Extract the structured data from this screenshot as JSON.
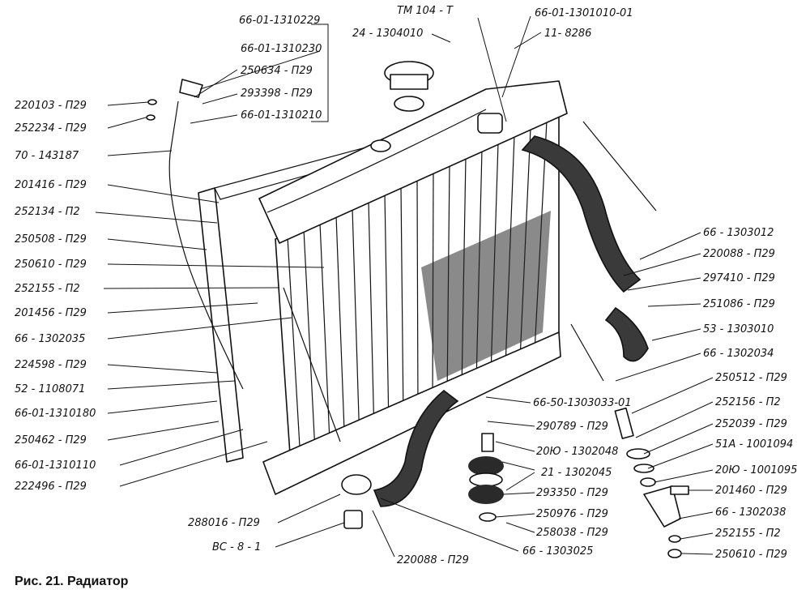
{
  "caption": "Рис. 21. Радиатор",
  "labels": {
    "l_66_01_1310229": "66-01-1310229",
    "l_tm104t": "ТМ 104 - Т",
    "l_66_01_1301010_01": "66-01-1301010-01",
    "l_24_1304010": "24 - 1304010",
    "l_11_8286": "11- 8286",
    "l_66_01_1310230": "66-01-1310230",
    "l_250634": "250634 - П29",
    "l_293398": "293398 - П29",
    "l_66_01_1310210": "66-01-1310210",
    "l_220103": "220103 - П29",
    "l_252234": "252234 - П29",
    "l_70_143187": "70 - 143187",
    "l_201416": "201416 - П29",
    "l_252134": "252134 - П2",
    "l_250508": "250508 - П29",
    "l_250610a": "250610 - П29",
    "l_252155a": "252155 - П2",
    "l_201456": "201456 - П29",
    "l_66_1302035": "66 - 1302035",
    "l_224598": "224598 - П29",
    "l_52_1108071": "52 - 1108071",
    "l_66_01_1310180": "66-01-1310180",
    "l_250462": "250462 - П29",
    "l_66_01_1310110": "66-01-1310110",
    "l_222496": "222496 - П29",
    "l_288016": "288016 - П29",
    "l_bc81": "ВС - 8 - 1",
    "l_220088b": "220088 - П29",
    "l_66_1303025": "66 - 1303025",
    "l_66_1303012": "66 - 1303012",
    "l_220088a": "220088 - П29",
    "l_297410": "297410 - П29",
    "l_251086": "251086 - П29",
    "l_53_1303010": "53 - 1303010",
    "l_66_1302034": "66 - 1302034",
    "l_250512": "250512 - П29",
    "l_66_50_1303033_01": "66-50-1303033-01",
    "l_252156": "252156 - П2",
    "l_290789": "290789 - П29",
    "l_252039": "252039 - П29",
    "l_20u_1302048": "20Ю - 1302048",
    "l_51a_1001094": "51А - 1001094",
    "l_21_1302045": "21 - 1302045",
    "l_20u_1001095": "20Ю - 1001095",
    "l_293350": "293350 - П29",
    "l_201460": "201460 - П29",
    "l_250976": "250976 - П29",
    "l_66_1302038": "66 - 1302038",
    "l_258038": "258038 - П29",
    "l_252155b": "252155 - П2",
    "l_250610b": "250610 - П29"
  }
}
